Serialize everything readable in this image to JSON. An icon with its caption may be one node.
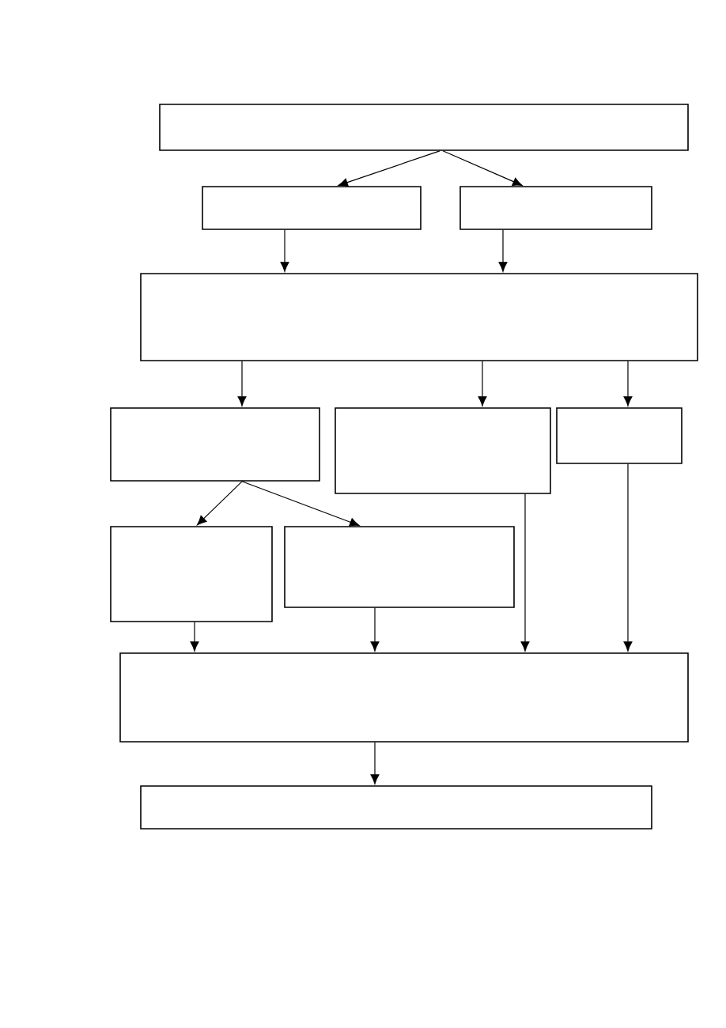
{
  "diagram": {
    "nodes": [
      {
        "text": [],
        "shape": "box"
      },
      {
        "text": [],
        "shape": "box"
      },
      {
        "text": [],
        "shape": "box"
      },
      {
        "text": [],
        "shape": "box"
      },
      {
        "text": [],
        "shape": "box"
      },
      {
        "text": [],
        "shape": "box"
      },
      {
        "text": [],
        "shape": "box"
      },
      {
        "text": [],
        "shape": "box"
      },
      {
        "text": [],
        "shape": "box"
      },
      {
        "text": [],
        "shape": "box"
      },
      {
        "text": [],
        "shape": "box"
      }
    ],
    "edges": [
      {
        "from": 0,
        "to": 1,
        "arrow": "to"
      },
      {
        "from": 0,
        "to": 2,
        "arrow": "to"
      },
      {
        "from": 1,
        "to": 3,
        "arrow": "to"
      },
      {
        "from": 2,
        "to": 3,
        "arrow": "to"
      },
      {
        "from": 3,
        "to": 4,
        "arrow": "to"
      },
      {
        "from": 3,
        "to": 5,
        "arrow": "to"
      },
      {
        "from": 3,
        "to": 6,
        "arrow": "to"
      },
      {
        "from": 4,
        "to": 7,
        "arrow": "to"
      },
      {
        "from": 4,
        "to": 8,
        "arrow": "to"
      },
      {
        "from": 7,
        "to": 9,
        "arrow": "to"
      },
      {
        "from": 8,
        "to": 9,
        "arrow": "to"
      },
      {
        "from": 5,
        "to": 9,
        "arrow": "to"
      },
      {
        "from": 6,
        "to": 9,
        "arrow": "to"
      },
      {
        "from": 9,
        "to": 10,
        "arrow": "to"
      }
    ]
  }
}
